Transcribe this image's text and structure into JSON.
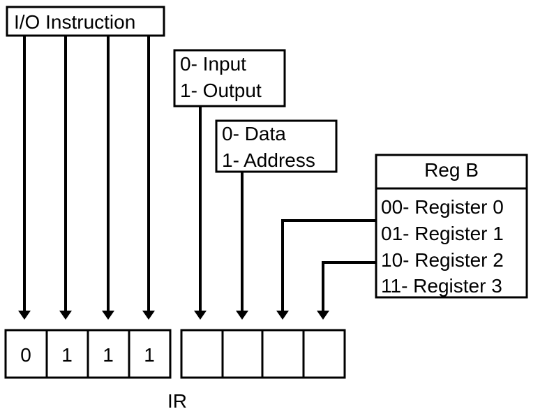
{
  "io_instruction": {
    "label": "I/O Instruction"
  },
  "direction": {
    "lines": [
      "0- Input",
      "1- Output"
    ]
  },
  "mode": {
    "lines": [
      "0- Data",
      "1- Address"
    ]
  },
  "reg_b": {
    "title": "Reg B",
    "lines": [
      "00- Register 0",
      "01- Register 1",
      "10- Register 2",
      "11- Register 3"
    ]
  },
  "ir": {
    "label": "IR",
    "cells": [
      "0",
      "1",
      "1",
      "1",
      "",
      "",
      "",
      ""
    ]
  },
  "colors": {
    "stroke": "#000000",
    "background": "#ffffff"
  }
}
